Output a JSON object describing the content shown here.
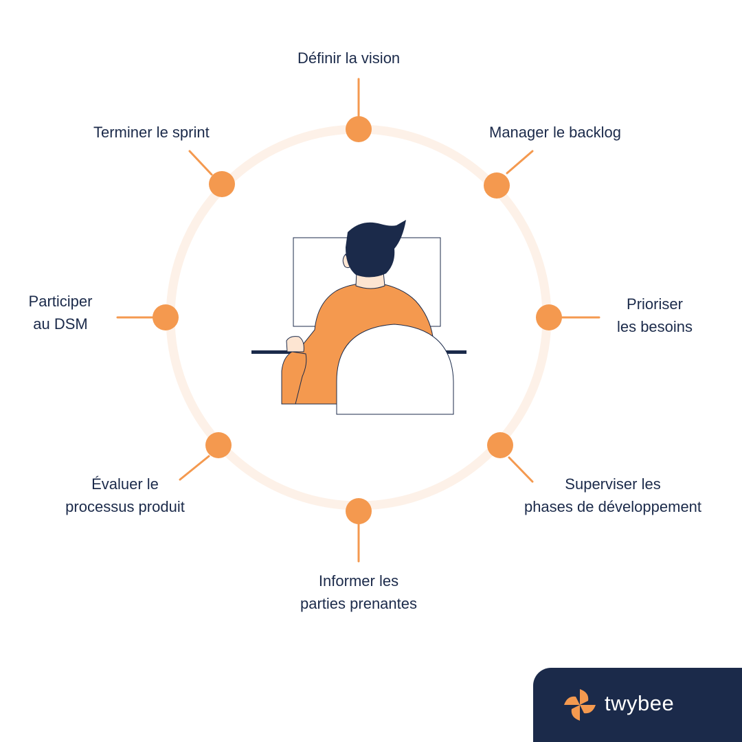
{
  "steps": [
    {
      "id": "vision",
      "lines": [
        "Définir la vision"
      ]
    },
    {
      "id": "backlog",
      "lines": [
        "Manager le backlog"
      ]
    },
    {
      "id": "prioritize",
      "lines": [
        "Prioriser",
        "les besoins"
      ]
    },
    {
      "id": "supervise",
      "lines": [
        "Superviser les",
        "phases de développement"
      ]
    },
    {
      "id": "inform",
      "lines": [
        "Informer les",
        "parties prenantes"
      ]
    },
    {
      "id": "evaluate",
      "lines": [
        "Évaluer le",
        "processus produit"
      ]
    },
    {
      "id": "dsm",
      "lines": [
        "Participer",
        "au DSM"
      ]
    },
    {
      "id": "sprint",
      "lines": [
        "Terminer le sprint"
      ]
    }
  ],
  "brand": {
    "name": "twybee",
    "logo_icon": "pinwheel-icon"
  },
  "colors": {
    "accent": "#f4994f",
    "ring": "#fdf1e8",
    "navy": "#1b2a4a",
    "text": "#1b2a4a"
  }
}
